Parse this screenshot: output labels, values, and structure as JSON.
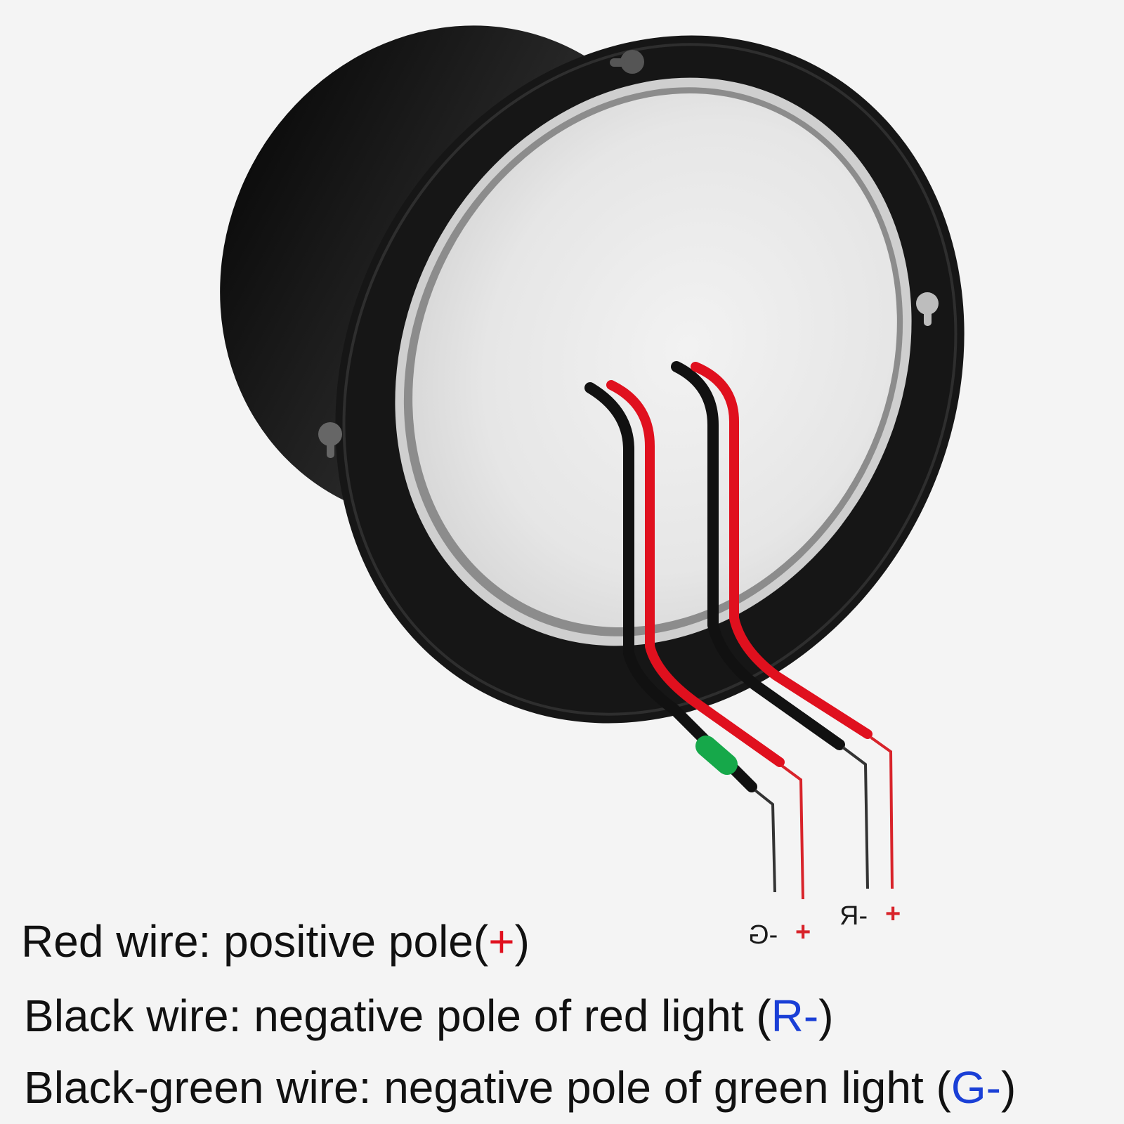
{
  "colors": {
    "background": "#f4f4f4",
    "housing": "#141414",
    "lens": "#ececec",
    "wire_red": "#e0101e",
    "wire_black": "#111111",
    "sleeve_green": "#16a84a",
    "accent_red": "#e0101e",
    "accent_blue": "#1a3fd6"
  },
  "terminals": {
    "g_minus": "-G",
    "g_plus": "+",
    "r_minus": "-R",
    "r_plus": "+"
  },
  "captions": {
    "red_wire": {
      "prefix": "Red wire: positive pole(",
      "code": "+",
      "suffix": ")"
    },
    "black_wire": {
      "prefix": "Black wire: negative pole of red light (",
      "code": "R-",
      "suffix": ")"
    },
    "black_green_wire": {
      "prefix": "Black-green wire: negative pole of green light (",
      "code": "G-",
      "suffix": ")"
    }
  }
}
